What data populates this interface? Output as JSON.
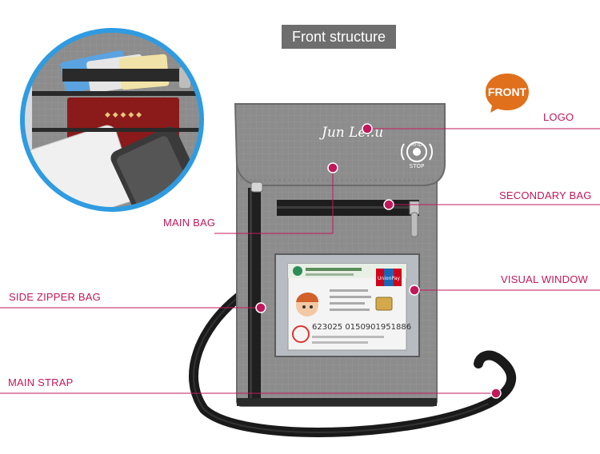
{
  "title": "Front structure",
  "badge": "FRONT",
  "callouts": {
    "logo": "LOGO",
    "secondary_bag": "SECONDARY BAG",
    "visual_window": "VISUAL WINDOW",
    "main_bag": "MAIN BAG",
    "side_zipper_bag": "SIDE ZIPPER BAG",
    "main_strap": "MAIN STRAP"
  },
  "brand_text": "Jun Le..u",
  "rfid_text": {
    "top": "RFID",
    "bottom": "STOP"
  },
  "card": {
    "number": "623025 0150901951886",
    "bank_logo": "UnionPay"
  },
  "colors": {
    "accent_line": "#c2185b",
    "bag_gray": "#8f8f8f",
    "strap": "#1a1a1a",
    "badge_orange": "#e0701c",
    "magnifier_ring": "#2f9be0"
  }
}
